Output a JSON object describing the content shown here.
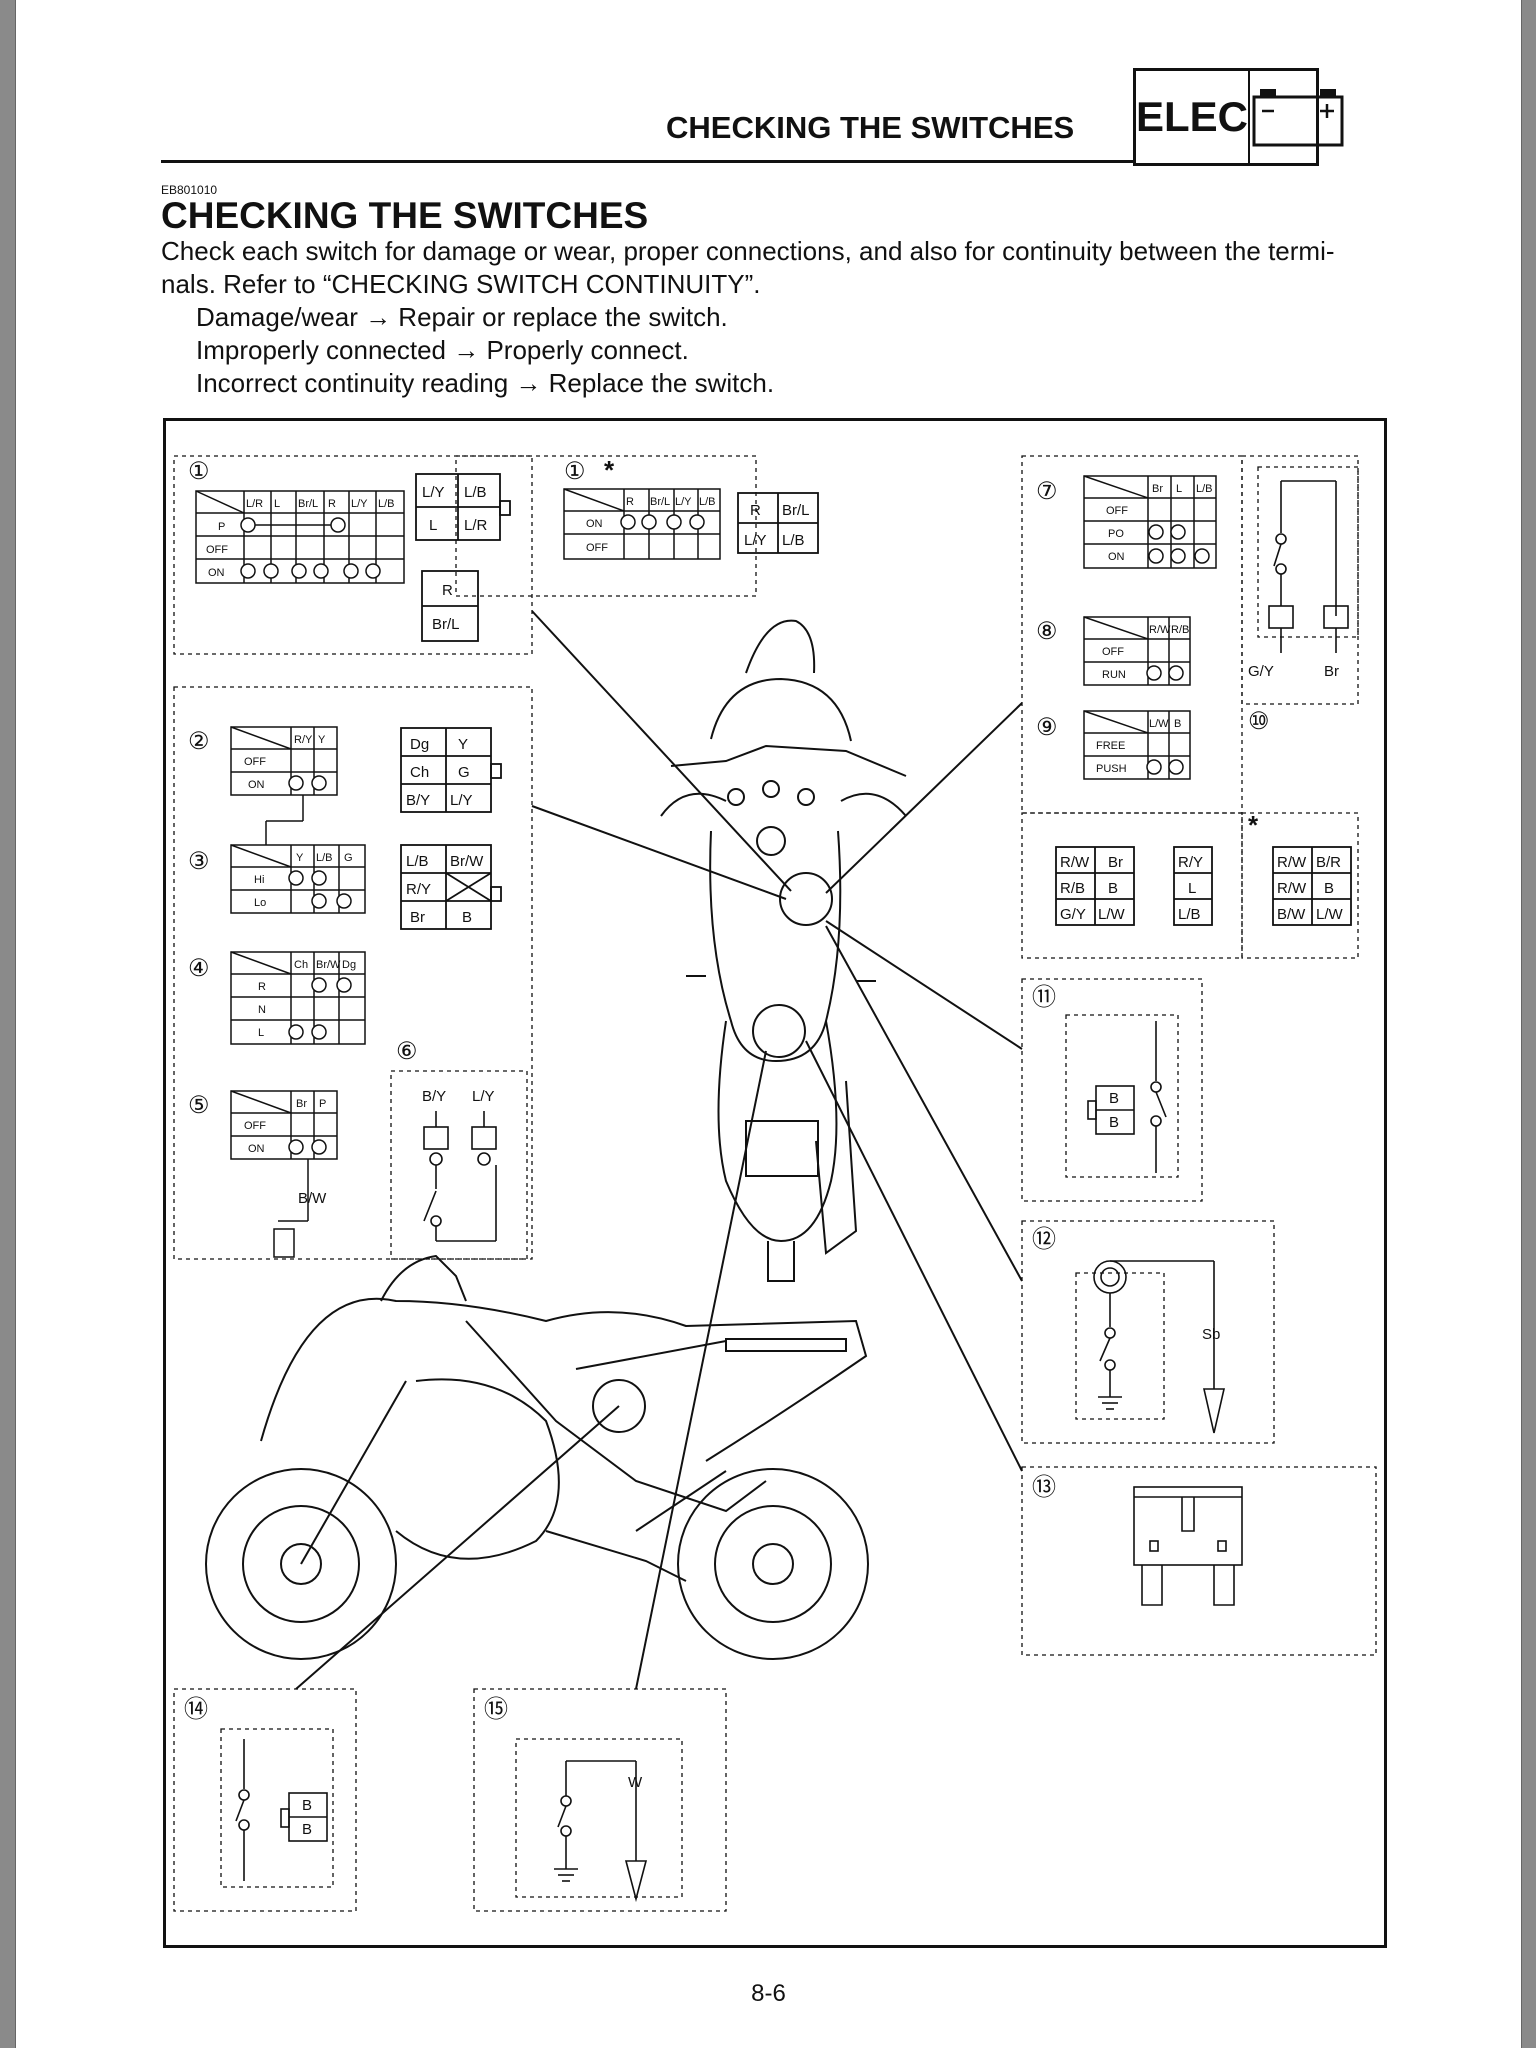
{
  "header": {
    "title": "CHECKING THE SWITCHES",
    "section_tag": "ELEC",
    "battery_icon": "battery-icon"
  },
  "section": {
    "code": "EB801010",
    "title": "CHECKING THE SWITCHES",
    "intro_line1": "Check each switch for damage or wear, proper connections, and also for continuity between the termi-",
    "intro_line2": "nals. Refer to “CHECKING SWITCH CONTINUITY”.",
    "steps": [
      "Damage/wear → Repair or replace the switch.",
      "Improperly connected → Properly connect.",
      "Incorrect continuity reading → Replace the switch."
    ]
  },
  "figure": {
    "markers": [
      "①",
      "②",
      "③",
      "④",
      "⑤",
      "⑥",
      "⑦",
      "⑧",
      "⑨",
      "⑩",
      "⑪",
      "⑫",
      "⑬",
      "⑭",
      "⑮"
    ],
    "asterisk": "*",
    "sw1": {
      "headers": [
        "L/R",
        "L",
        "Br/L",
        "R",
        "L/Y",
        "L/B"
      ],
      "rows": [
        "P",
        "OFF",
        "ON"
      ],
      "connector": [
        "L/Y",
        "L/B",
        "L",
        "L/R"
      ],
      "connector2": [
        "R",
        "Br/L"
      ]
    },
    "sw1b": {
      "headers": [
        "R",
        "Br/L",
        "L/Y",
        "L/B"
      ],
      "rows": [
        "ON",
        "OFF"
      ],
      "connector": [
        "R",
        "Br/L",
        "L/Y",
        "L/B"
      ]
    },
    "sw2": {
      "headers": [
        "R/Y",
        "Y"
      ],
      "rows": [
        "OFF",
        "ON"
      ]
    },
    "sw3": {
      "headers": [
        "Y",
        "L/B",
        "G"
      ],
      "rows": [
        "Hi",
        "Lo"
      ]
    },
    "sw4": {
      "headers": [
        "Ch",
        "Br/W",
        "Dg"
      ],
      "rows": [
        "R",
        "N",
        "L"
      ]
    },
    "sw5": {
      "headers": [
        "Br",
        "P"
      ],
      "rows": [
        "OFF",
        "ON"
      ],
      "wire": "B/W"
    },
    "conn_a": [
      "Dg",
      "Y",
      "Ch",
      "G",
      "B/Y",
      "L/Y"
    ],
    "conn_b": [
      "L/B",
      "Br/W",
      "R/Y",
      "Br",
      "B"
    ],
    "sw6": {
      "wires": [
        "B/Y",
        "L/Y"
      ]
    },
    "sw7": {
      "headers": [
        "Br",
        "L",
        "L/B"
      ],
      "rows": [
        "OFF",
        "PO",
        "ON"
      ]
    },
    "sw8": {
      "headers": [
        "R/W",
        "R/B"
      ],
      "rows": [
        "OFF",
        "RUN"
      ]
    },
    "sw9": {
      "headers": [
        "L/W",
        "B"
      ],
      "rows": [
        "FREE",
        "PUSH"
      ]
    },
    "sw10": {
      "wires": [
        "G/Y",
        "Br"
      ]
    },
    "conn_c": [
      "R/W",
      "Br",
      "R/B",
      "B",
      "G/Y",
      "L/W"
    ],
    "conn_d": [
      "R/Y",
      "L",
      "L/B"
    ],
    "conn_e": [
      "R/W",
      "B/R",
      "R/W",
      "B",
      "B/W",
      "L/W"
    ],
    "sw11": {
      "labels": [
        "B",
        "B"
      ]
    },
    "sw12": {
      "wire": "Sb"
    },
    "sw14": {
      "labels": [
        "B",
        "B"
      ]
    },
    "sw15": {
      "wire": "W"
    }
  },
  "page_number": "8-6"
}
